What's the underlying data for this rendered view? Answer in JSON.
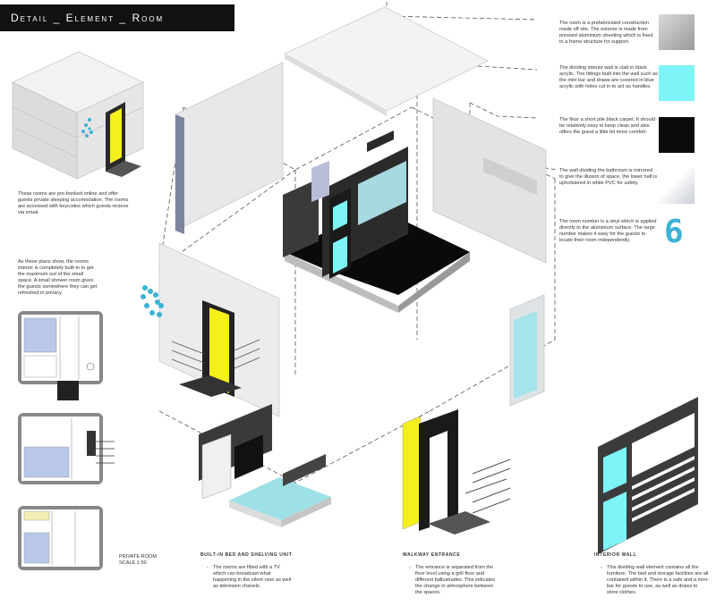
{
  "header": {
    "title": "Detail _ Element _ Room"
  },
  "intro": {
    "para1": "These rooms are pre-booked online and offer guests private sleeping accomodation. The rooms are accessed with keycodes which guests recieve via email.",
    "para2": "As these plans show, the rooms interior is completely built-in to get the maximum out of the small space. A small shower room gives the guests somewhere they can get refreshed in privacy."
  },
  "plans": {
    "label_line1": "PRIVATE ROOM",
    "label_line2": "SCALE 1:50"
  },
  "room_number_glyph": "6",
  "materials": [
    {
      "text": "The room is a prefabricated construction made off site. The exterior is made from pressed aluminium sheeting which is fixed to a frame structure for support.",
      "swatch": "#bdbdbd"
    },
    {
      "text": "The dividing interior wall is clad in black acrylic. The fittings built into the wall such as the mini bar and draws are covered in blue acrylic with holes cut in to act as handles.",
      "swatch": "#7ef4f6"
    },
    {
      "text": "The floor a short pile black carpet. It should be relatively easy to keep clean and also offers the guest a little bit more comfort.",
      "swatch": "#0b0b0b"
    },
    {
      "text": "The wall dividing the bathroom is mirrored to give the illusion of space, the lower half is upholstered in white PVC for safety.",
      "swatch": "#e9ecf2"
    },
    {
      "text": "The room number is a vinyl which is applied directly to the aluminium surface. The large number makes it easy for the guests to locate their room independently.",
      "swatch": "#ffffff"
    }
  ],
  "captions": [
    {
      "title": "Built-in Bed and Shelving Unit",
      "text": "The rooms are fitted with a TV which can broadcast what happening in the silent rave as well as television chanels."
    },
    {
      "title": "Walkway Entrance",
      "text": "The entrance is separated from the floor level using a grill floor and different ballustrades. This indicates the change in atmosphere between the spaces."
    },
    {
      "title": "Interior Wall",
      "text": "This dividing wall element contains all the furniture. The bed and storage facilities are all contained within it. There is a safe and a mini-bar for guests to use, as well as draws to store clothes."
    }
  ],
  "colors": {
    "cyan": "#7ef4f6",
    "yellow": "#f5ef1c",
    "dark": "#1a1a1a",
    "grey": "#d9d9d9"
  }
}
